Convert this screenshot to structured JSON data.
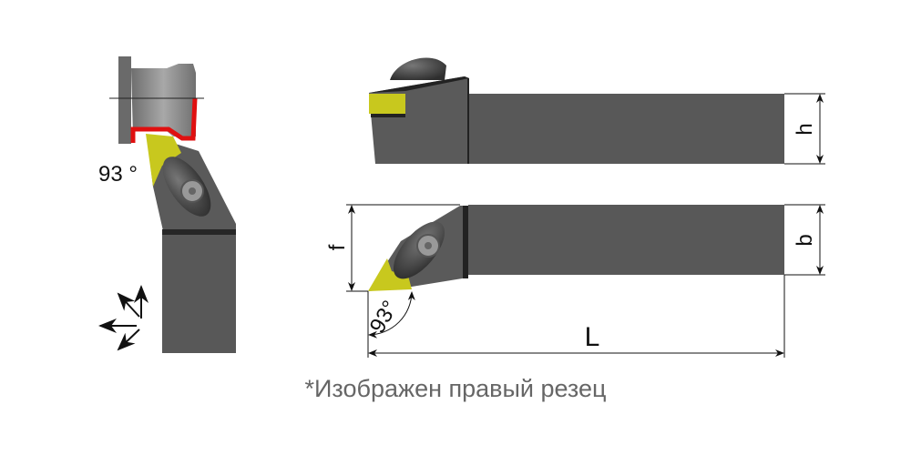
{
  "labels": {
    "angle_side": "93 °",
    "angle_plan": "93°",
    "h": "h",
    "b": "b",
    "f": "f",
    "L": "L"
  },
  "caption": "*Изображен правый резец",
  "colors": {
    "holder": "#555555",
    "holder_dark": "#2a2a2a",
    "insert": "#c8c81e",
    "workpiece": "#8a8a8a",
    "profile": "#e01010"
  }
}
